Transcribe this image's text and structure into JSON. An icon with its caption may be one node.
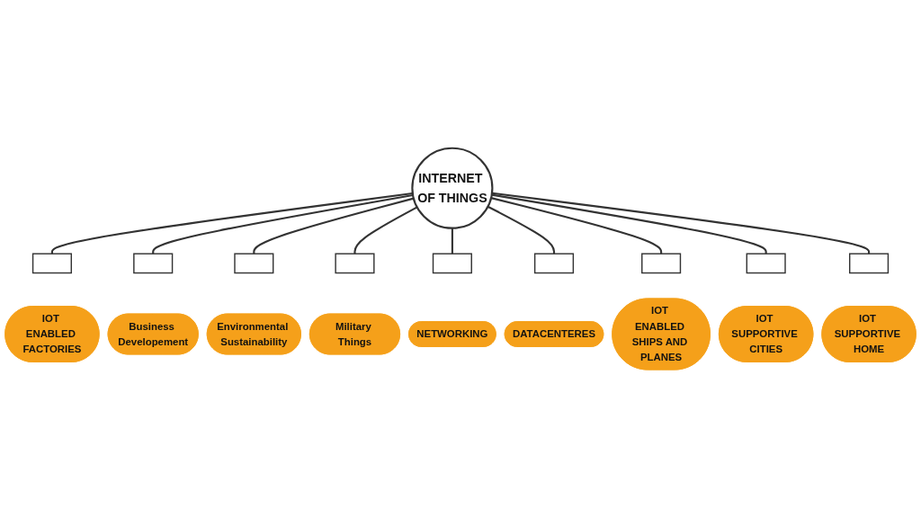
{
  "diagram": {
    "nodes": [
      {
        "text": [
          "INTERNET OF THINGS"
        ]
      },
      {
        "text": [],
        "shape": "box"
      },
      {
        "text": [
          "IOT ENABLED FACTORIES"
        ]
      },
      {
        "text": [],
        "shape": "box"
      },
      {
        "text": [
          "Business Developement"
        ]
      },
      {
        "text": [],
        "shape": "box"
      },
      {
        "text": [
          "Environmental Sustainability"
        ]
      },
      {
        "text": [],
        "shape": "box"
      },
      {
        "text": [
          "Military Things"
        ]
      },
      {
        "text": [],
        "shape": "box"
      },
      {
        "text": [
          "NETWORKING"
        ]
      },
      {
        "text": [],
        "shape": "box"
      },
      {
        "text": [
          "DATACENTERES"
        ]
      },
      {
        "text": [],
        "shape": "box"
      },
      {
        "text": [
          "IOT ENABLED SHIPS AND PLANES"
        ]
      },
      {
        "text": [],
        "shape": "box"
      },
      {
        "text": [
          "IOT SUPPORTIVE CITIES"
        ]
      },
      {
        "text": [],
        "shape": "box"
      },
      {
        "text": [
          "IOT SUPPORTIVE HOME"
        ]
      }
    ],
    "edges": [
      {
        "from": 0,
        "to": 1,
        "arrow": "none"
      },
      {
        "from": 0,
        "to": 3,
        "arrow": "none"
      },
      {
        "from": 0,
        "to": 5,
        "arrow": "none"
      },
      {
        "from": 0,
        "to": 7,
        "arrow": "none"
      },
      {
        "from": 0,
        "to": 9,
        "arrow": "none"
      },
      {
        "from": 0,
        "to": 11,
        "arrow": "none"
      },
      {
        "from": 0,
        "to": 13,
        "arrow": "none"
      },
      {
        "from": 0,
        "to": 15,
        "arrow": "none"
      },
      {
        "from": 0,
        "to": 17,
        "arrow": "none"
      }
    ]
  }
}
